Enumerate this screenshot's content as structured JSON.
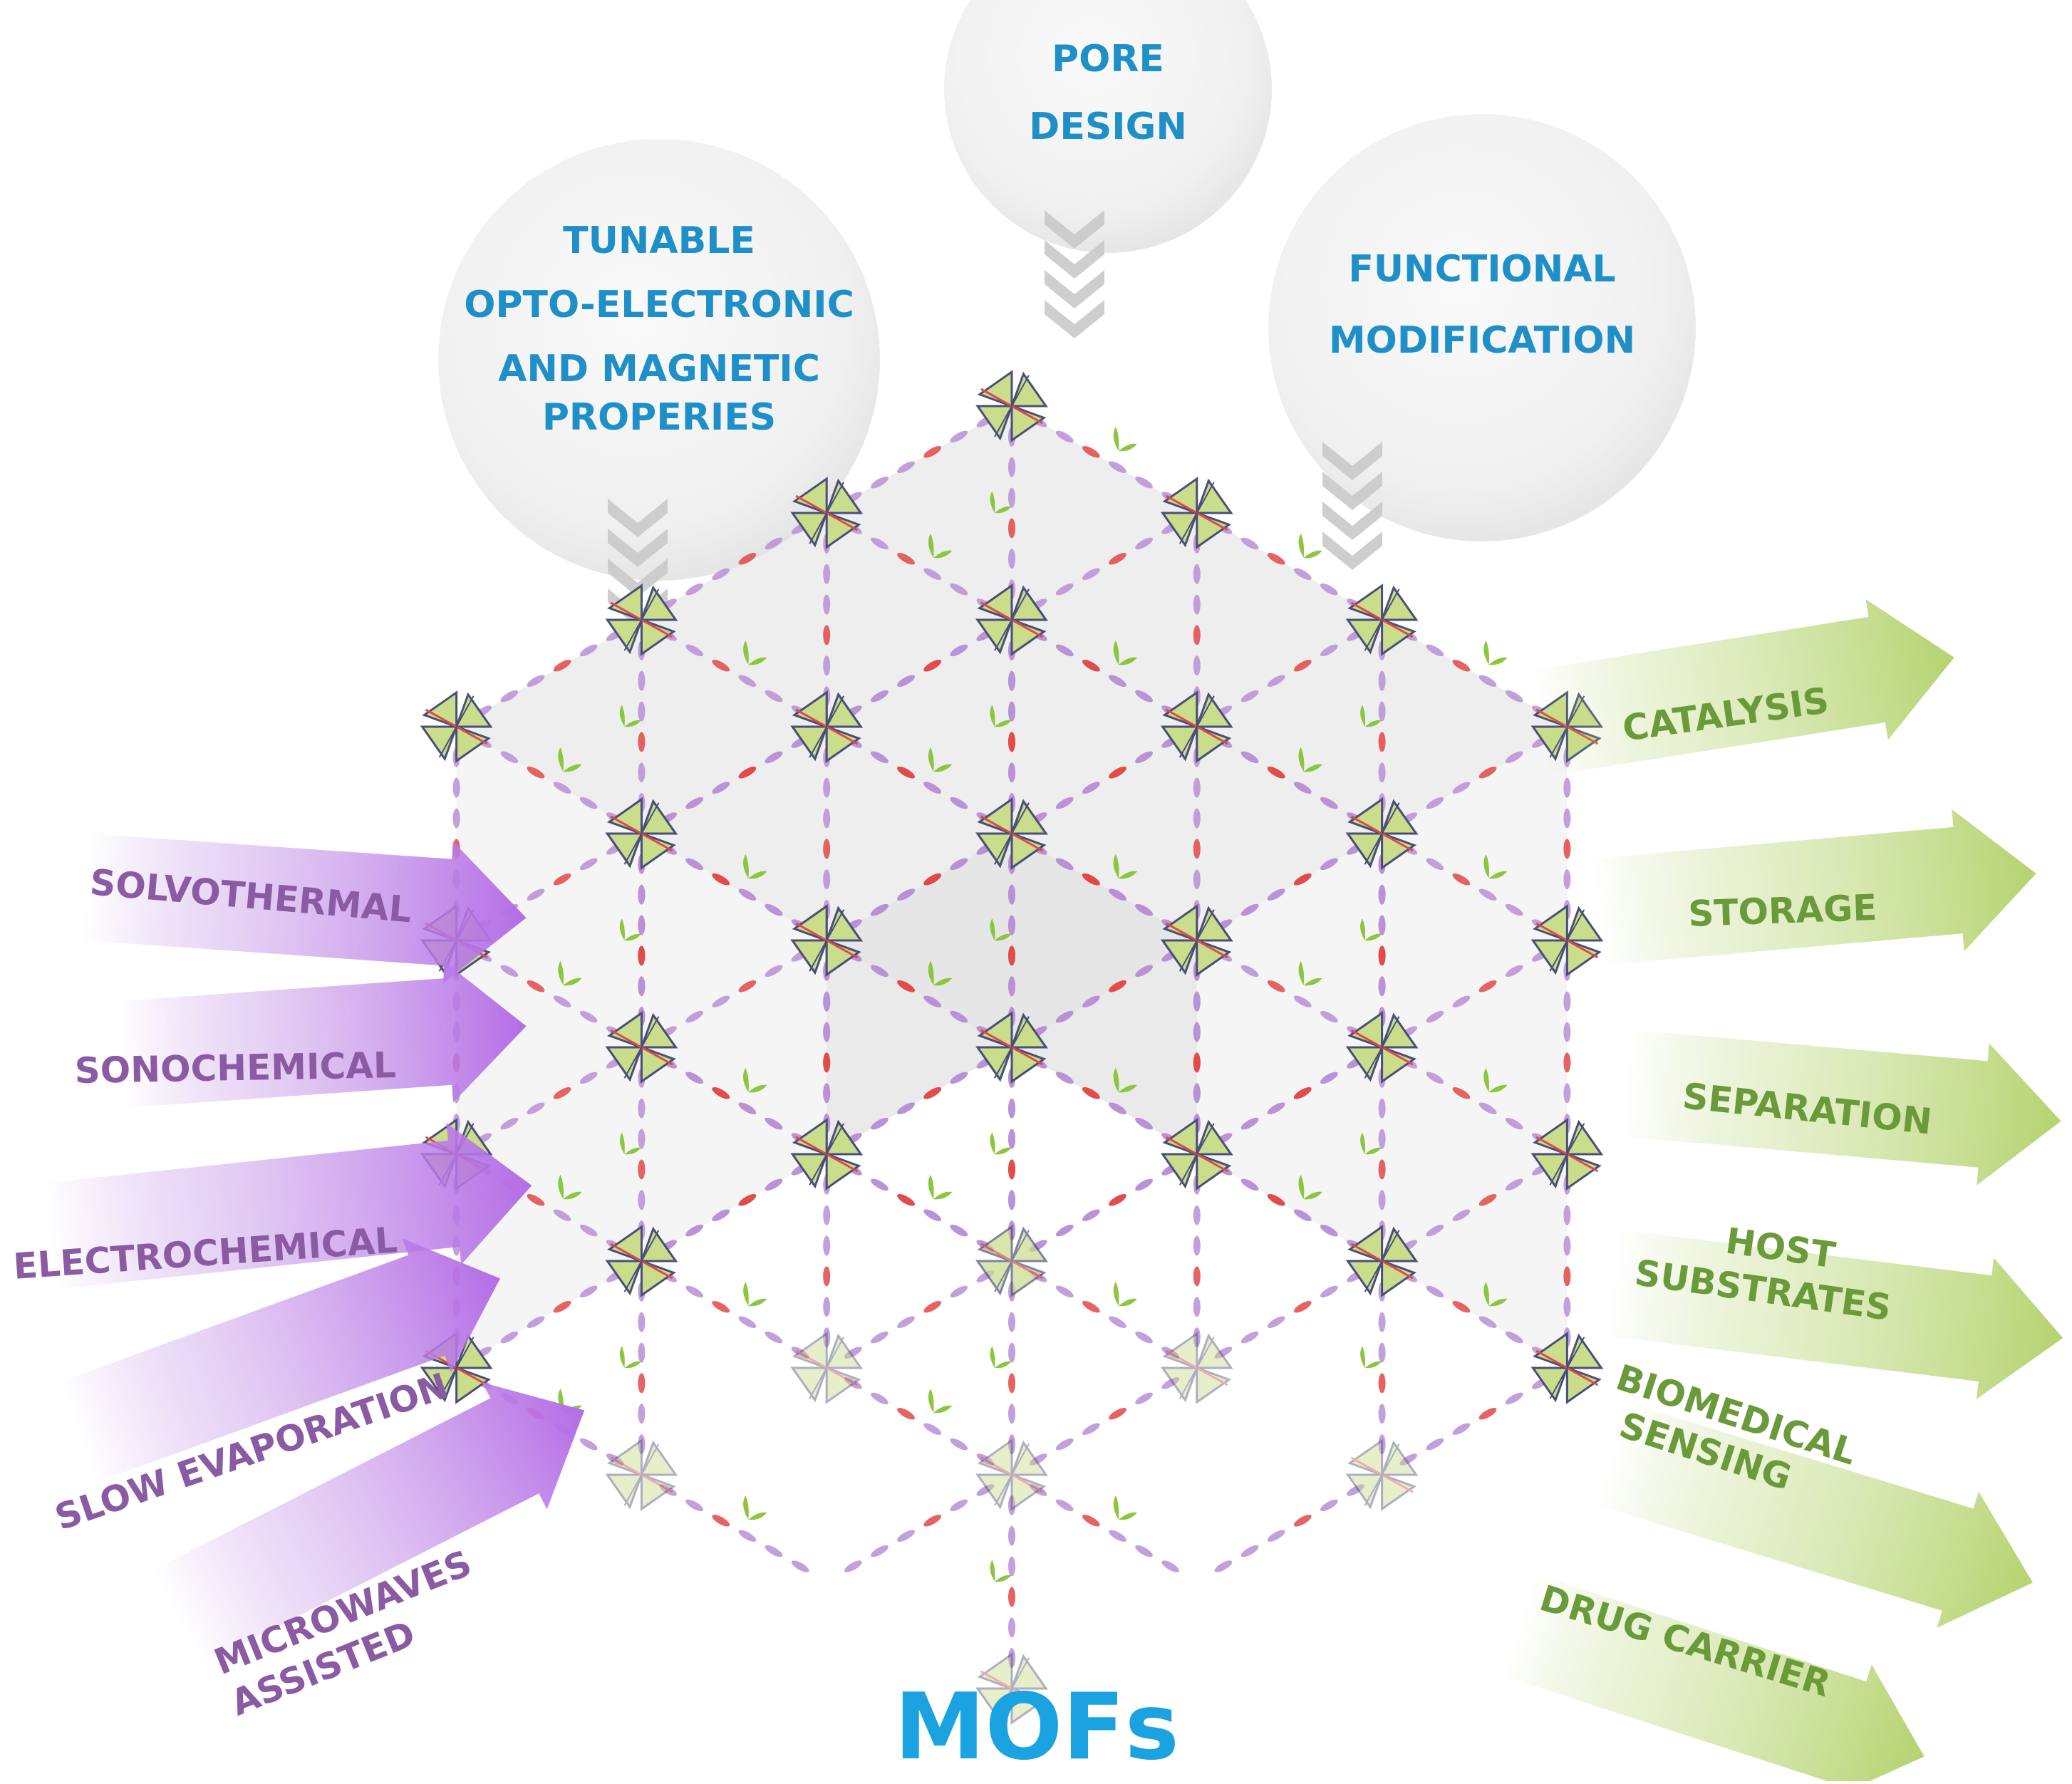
{
  "title": "MOFs",
  "design_features": [
    {
      "lines": [
        "TUNABLE",
        "OPTO-ELECTRONIC",
        "AND MAGNETIC",
        "PROPERIES"
      ]
    },
    {
      "lines": [
        "PORE",
        "DESIGN"
      ]
    },
    {
      "lines": [
        "FUNCTIONAL",
        "MODIFICATION"
      ]
    }
  ],
  "synthesis_methods": [
    {
      "lines": [
        "SOLVOTHERMAL"
      ]
    },
    {
      "lines": [
        "SONOCHEMICAL"
      ]
    },
    {
      "lines": [
        "ELECTROCHEMICAL"
      ]
    },
    {
      "lines": [
        "SLOW EVAPORATION"
      ]
    },
    {
      "lines": [
        "MICROWAVES",
        "ASSISTED"
      ]
    }
  ],
  "applications": [
    {
      "lines": [
        "CATALYSIS"
      ]
    },
    {
      "lines": [
        "STORAGE"
      ]
    },
    {
      "lines": [
        "SEPARATION"
      ]
    },
    {
      "lines": [
        "HOST",
        "SUBSTRATES"
      ]
    },
    {
      "lines": [
        "BIOMEDICAL",
        "SENSING"
      ]
    },
    {
      "lines": [
        "DRUG CARRIER"
      ]
    }
  ],
  "colors": {
    "design_text": "#1f8fc8",
    "title": "#1aa3e0",
    "synthesis_arrow": "#b57be0",
    "synthesis_text": "#8a5aa3",
    "application_arrow": "#b9d77c",
    "application_text": "#6b9a3a",
    "bubble": "#f1f1f1",
    "chevron": "#c9c9c9",
    "node_fill": "#c9dd8a",
    "node_stroke": "#4a4e7a",
    "linker": "#b78fd6",
    "accent_red": "#e04848",
    "sprout": "#8cc63f"
  }
}
